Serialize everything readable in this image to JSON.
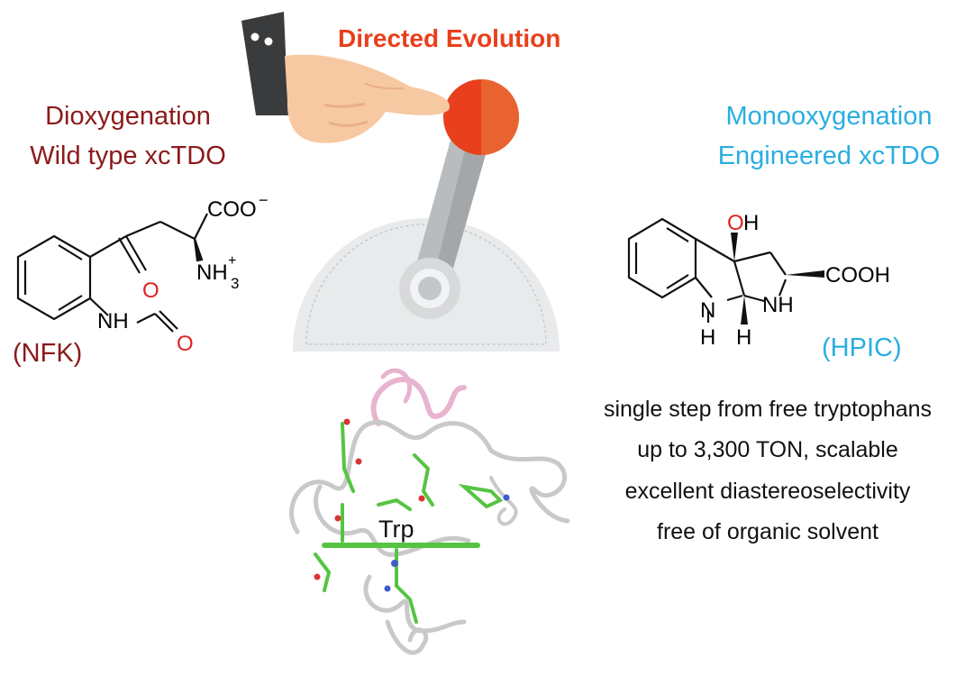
{
  "title": "Directed Evolution",
  "left": {
    "line1": "Dioxygenation",
    "line2": "Wild type xcTDO",
    "compound": "(NFK)",
    "labels": {
      "coo": "COO",
      "coo_charge": "−",
      "nh3_charge": "+",
      "nh3": "NH",
      "nh3_sub": "3",
      "o_ketone": "O",
      "nh": "NH",
      "o_formyl": "O"
    }
  },
  "right": {
    "line1": "Monooxygenation",
    "line2": "Engineered xcTDO",
    "compound": "(HPIC)",
    "labels": {
      "o": "O",
      "h_oh": "H",
      "cooh": "COOH",
      "nh_left": "N",
      "h_left": "H",
      "nh_right": "NH",
      "h_bottom": "H"
    }
  },
  "protein_label": "Trp",
  "features": [
    "single step from free tryptophans",
    "up to 3,300 TON, scalable",
    "excellent diastereoselectivity",
    "free of organic solvent"
  ],
  "colors": {
    "title": "#e8401c",
    "left": "#8b1a1a",
    "right": "#2aaee0",
    "knob": "#e8401c",
    "oxygen": "#e02020"
  }
}
